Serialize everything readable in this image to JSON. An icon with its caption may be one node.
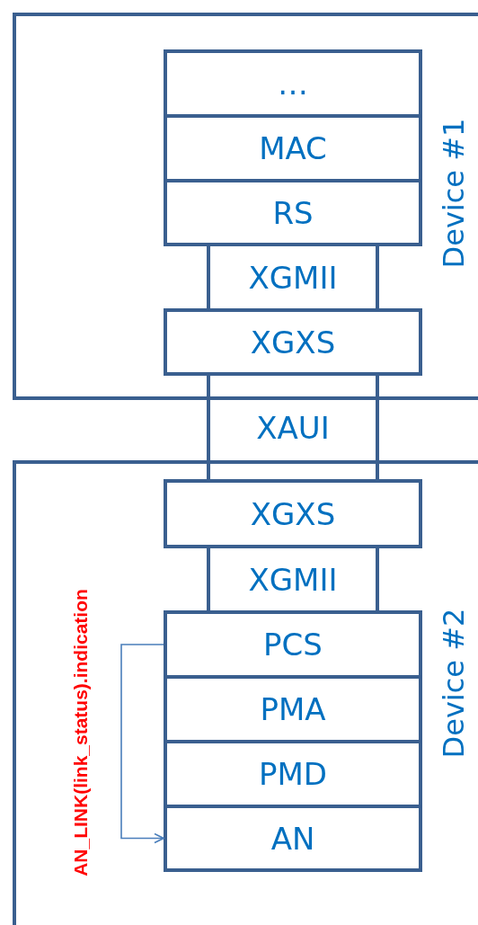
{
  "diagram": {
    "nodes": [
      {
        "text": [
          "Device #1"
        ]
      },
      {
        "text": [
          "…"
        ],
        "in": 0
      },
      {
        "text": [
          "MAC"
        ],
        "in": 0
      },
      {
        "text": [
          "RS"
        ],
        "in": 0
      },
      {
        "text": [
          "XGMII"
        ],
        "in": 0
      },
      {
        "text": [
          "XGXS"
        ],
        "in": 0
      },
      {
        "text": [
          "XAUI"
        ]
      },
      {
        "text": [
          "Device #2"
        ]
      },
      {
        "text": [
          "XGXS"
        ],
        "in": 7
      },
      {
        "text": [
          "XGMII"
        ],
        "in": 7
      },
      {
        "text": [
          "PCS"
        ],
        "in": 7
      },
      {
        "text": [
          "PMA"
        ],
        "in": 7
      },
      {
        "text": [
          "PMD"
        ],
        "in": 7
      },
      {
        "text": [
          "AN"
        ],
        "in": 7
      }
    ],
    "edges": [
      {
        "from": 10,
        "to": 13,
        "arrow": "to",
        "label": "AN_LINK(link_status).indication",
        "color": "#4a7ebb"
      }
    ]
  }
}
